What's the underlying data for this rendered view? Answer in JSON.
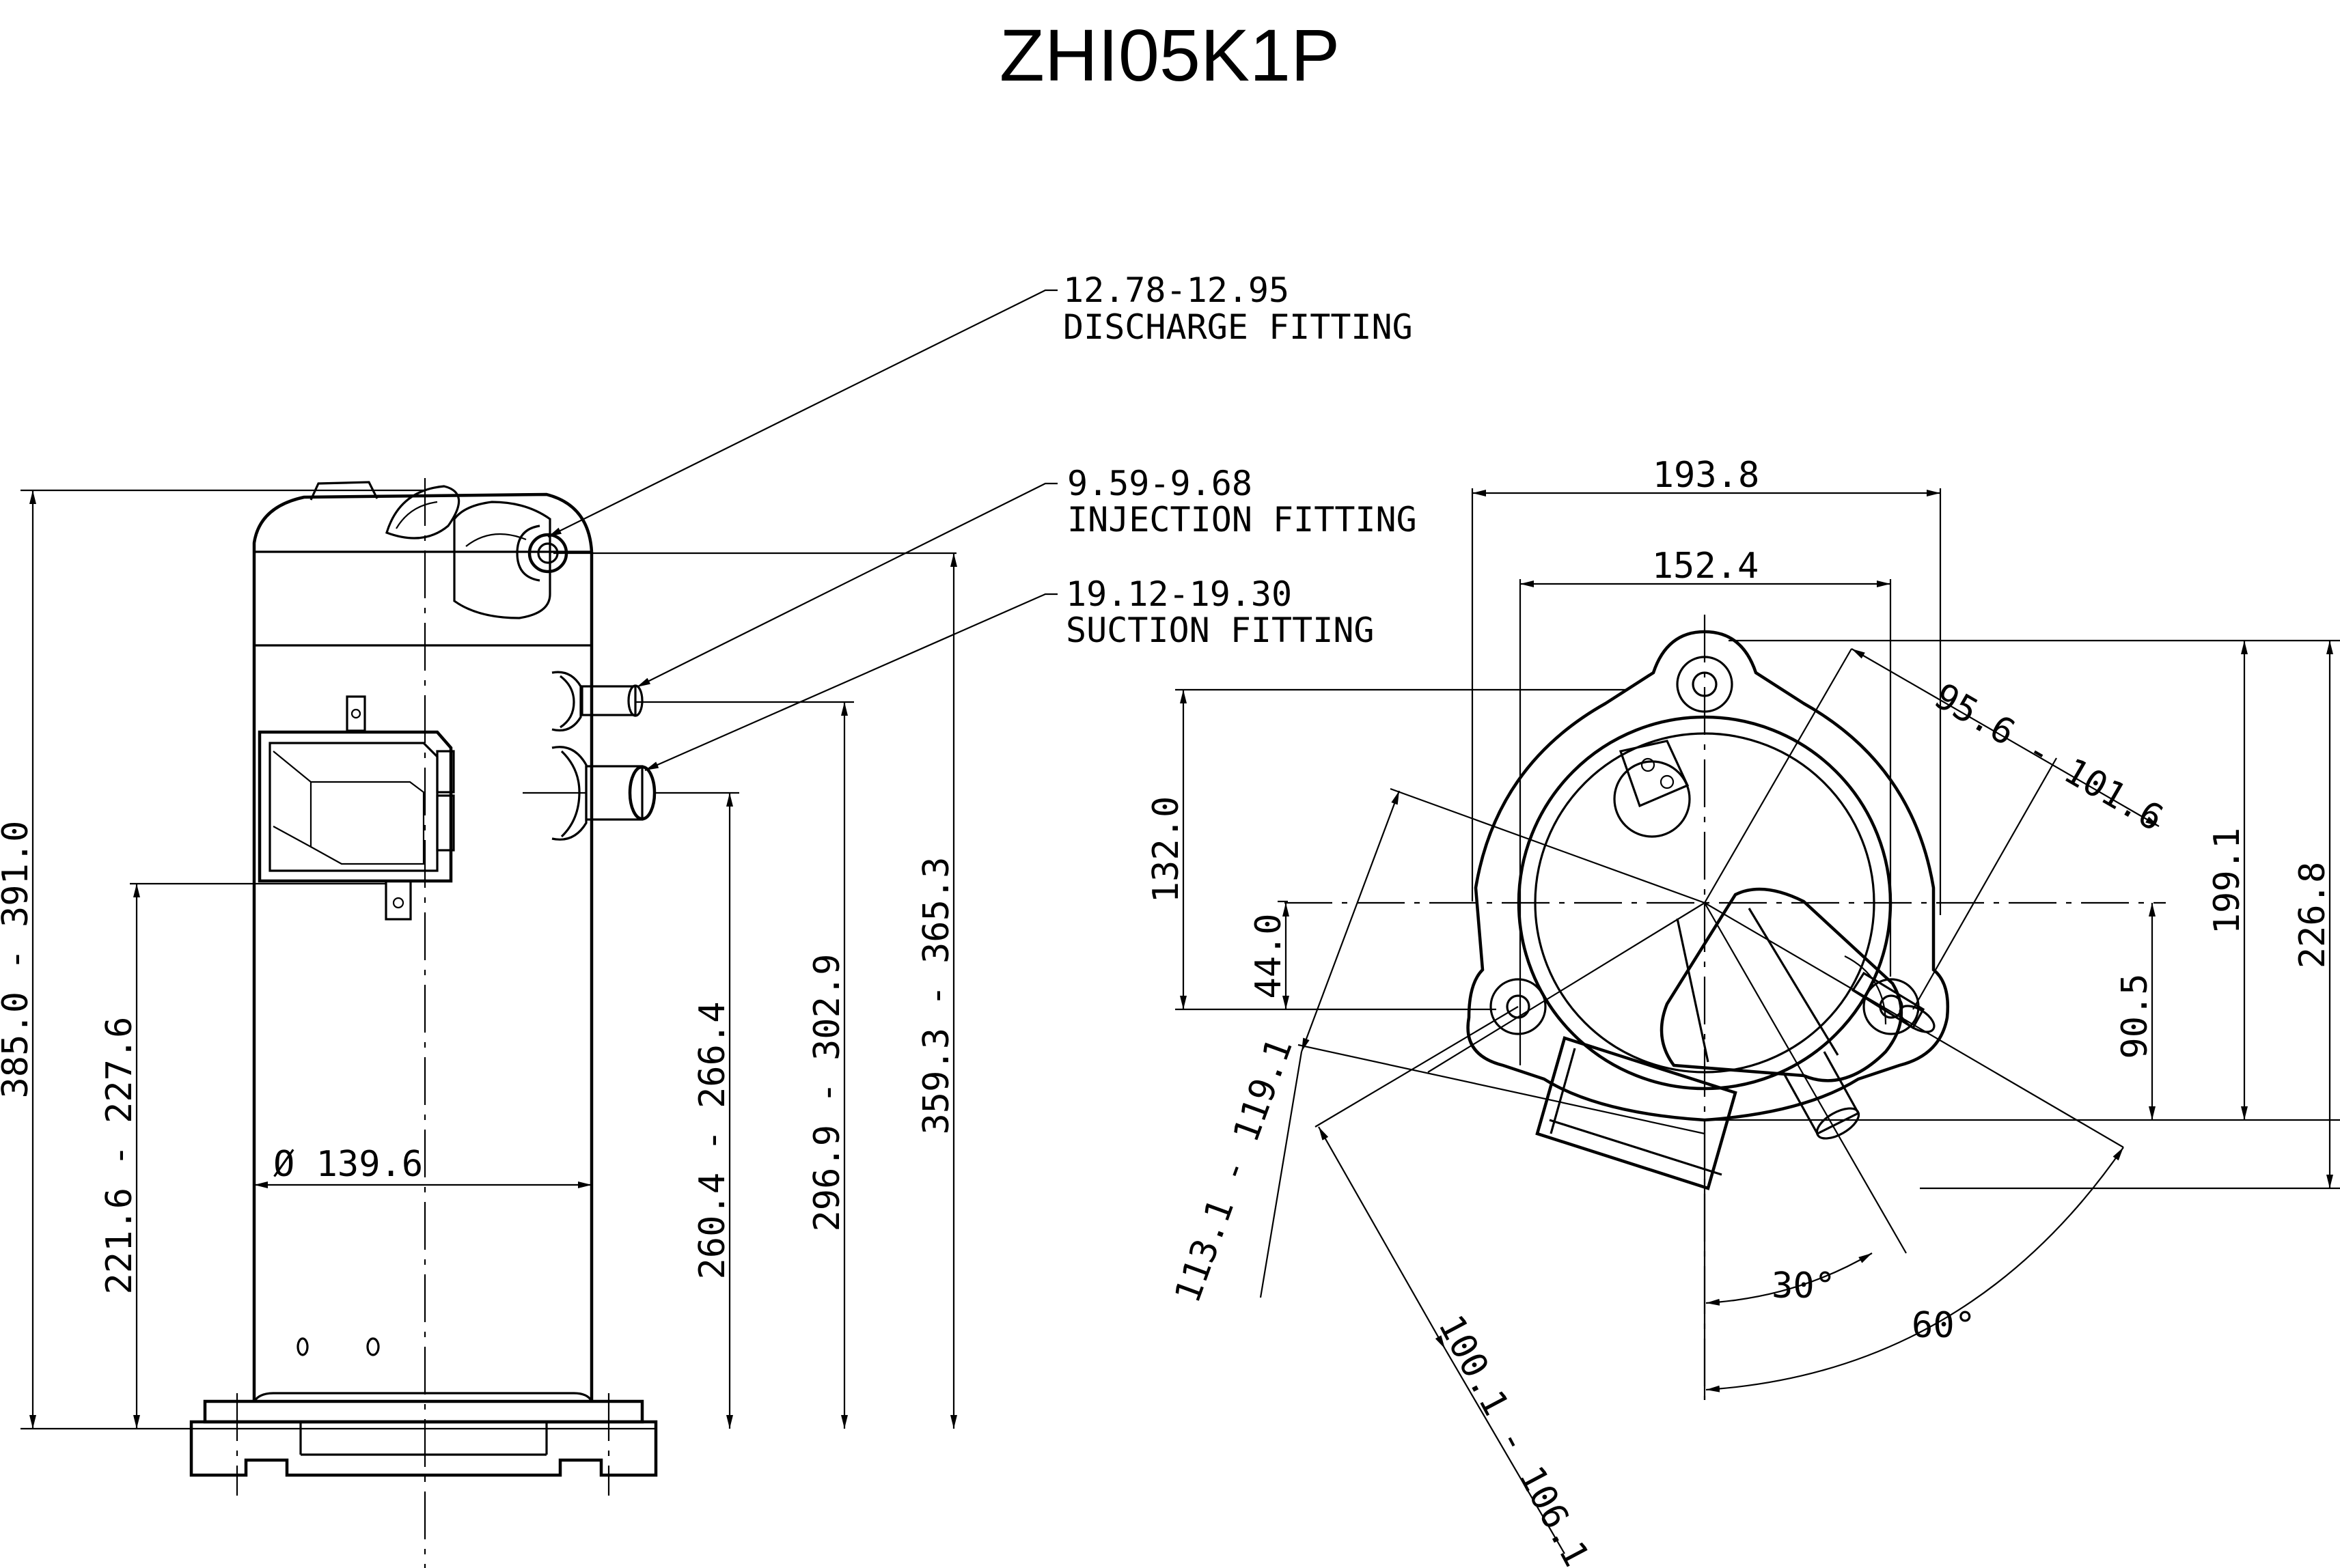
{
  "title": "ZHI05K1P",
  "callouts": {
    "discharge": {
      "size": "12.78-12.95",
      "label": "DISCHARGE FITTING"
    },
    "injection": {
      "size": "9.59-9.68",
      "label": "INJECTION FITTING"
    },
    "suction": {
      "size": "19.12-19.30",
      "label": "SUCTION FITTING"
    }
  },
  "side_view": {
    "diameter": "Ø 139.6",
    "height_overall": "385.0 - 391.0",
    "height_box": "221.6 - 227.6",
    "height_suction": "260.4 - 266.4",
    "height_injection": "296.9 - 302.9",
    "height_discharge": "359.3 - 365.3"
  },
  "top_view": {
    "width_outer": "193.8",
    "width_inner": "152.4",
    "offset_top": "132.0",
    "offset_small": "44.0",
    "diag_suction": "95.6 - 101.6",
    "depth_199": "199.1",
    "depth_226": "226.8",
    "depth_90": "90.5",
    "diag_left": "113.1 - 119.1",
    "diag_bottom": "100.1 - 106.1",
    "angle_30": "30°",
    "angle_60": "60°"
  }
}
